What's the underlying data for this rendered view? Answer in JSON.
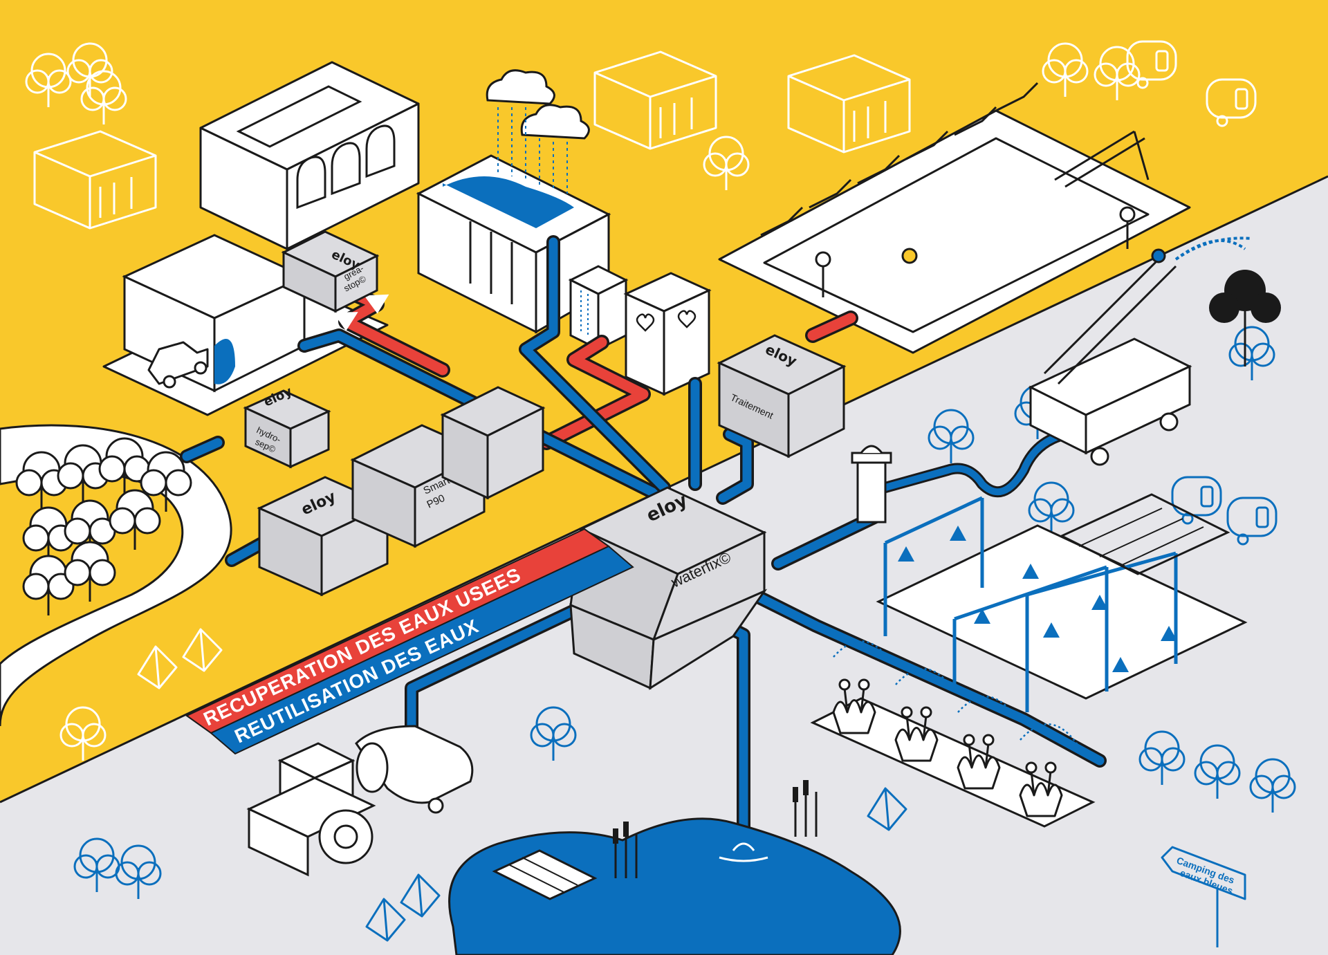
{
  "colors": {
    "yellow": "#f9c82b",
    "grey": "#e6e6ea",
    "blue": "#0b6fbd",
    "red": "#e8423a",
    "box_grey": "#cfcfd3",
    "ink": "#1a1a1a",
    "white": "#ffffff"
  },
  "banners": {
    "collection": "RECUPERATION DES EAUX USEES",
    "reuse": "REUTILISATION DES EAUX"
  },
  "units": {
    "hub_brand": "eloy",
    "hub_name": "waterfix©",
    "smart_line1": "Smart",
    "smart_line2": "P90",
    "left_brand": "eloy",
    "hydrosep_brand": "eloy",
    "hydrosep_line1": "hydro-",
    "hydrosep_line2": "sep©",
    "greastop_brand": "eloy",
    "greastop_line1": "grea-",
    "greastop_line2": "stop©",
    "treatment_brand": "eloy",
    "treatment_name": "Traitement"
  },
  "sign": {
    "line1": "Camping des",
    "line2": "eaux bleues"
  },
  "icons": [
    "tree-icon",
    "caravan-icon",
    "tent-icon",
    "cloud-rain-icon",
    "car-icon",
    "shower-icon",
    "heart-icon",
    "pool-icon",
    "fire-truck-icon",
    "hydrant-icon",
    "tractor-icon",
    "pond-icon",
    "flower-icon",
    "sprinkler-icon",
    "pergola-icon"
  ]
}
